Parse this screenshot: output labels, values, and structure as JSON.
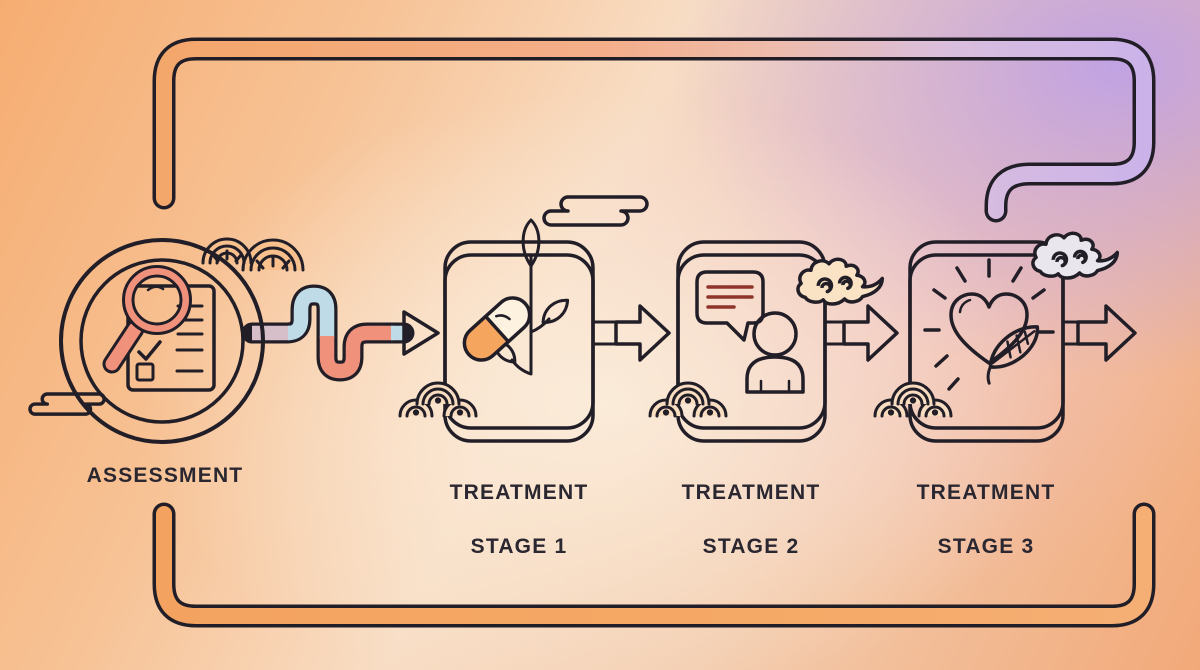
{
  "diagram": {
    "type": "process-flow",
    "steps": [
      "ASSESSMENT",
      "TREATMENT STAGE 1",
      "TREATMENT STAGE 2",
      "TREATMENT STAGE 3"
    ]
  },
  "labels": {
    "assessment": "ASSESSMENT"
  },
  "stages": [
    {
      "line1": "TREATMENT",
      "line2": "STAGE 1"
    },
    {
      "line1": "TREATMENT",
      "line2": "STAGE 2"
    },
    {
      "line1": "TREATMENT",
      "line2": "STAGE 3"
    }
  ],
  "icons": {
    "assessment": "magnifier-document-icon",
    "stage1": "pill-plant-icon",
    "stage2": "chat-person-icon",
    "stage3": "heart-leaf-icon",
    "decor": [
      "bar-cloud-icon",
      "shell-wave-icon",
      "wave-cluster-icon",
      "spiral-cloud-icon"
    ]
  },
  "palette": {
    "ink": "#221e27",
    "coral": "#f0917c",
    "coral_deep": "#ef8471",
    "orange": "#f5a55e",
    "orange_lip": "#f6a55e",
    "cream_half": "#fdf2df",
    "blue_light": "#bedbe7",
    "blue_pale": "#dcebf3",
    "lens_blue": "#cfe6f1",
    "pink_gray": "#d6bfc9",
    "lavender": "#c7b4e8",
    "lavender_lip": "#c8b7ea",
    "leaf_pale": "#ded5f2",
    "doc_white": "#fdfbf4",
    "bubble_line": "#8f342b",
    "cloud_cream": "#fae3c5",
    "cloud_gray": "#e9e6ed",
    "bar_cloud_fill": "#f8d7b2",
    "bar_cloud_small_fill": "#f4a873",
    "shell_fill": "#f7c08d",
    "wave_fill": "#f9ddc1",
    "text": "#2b2731"
  }
}
